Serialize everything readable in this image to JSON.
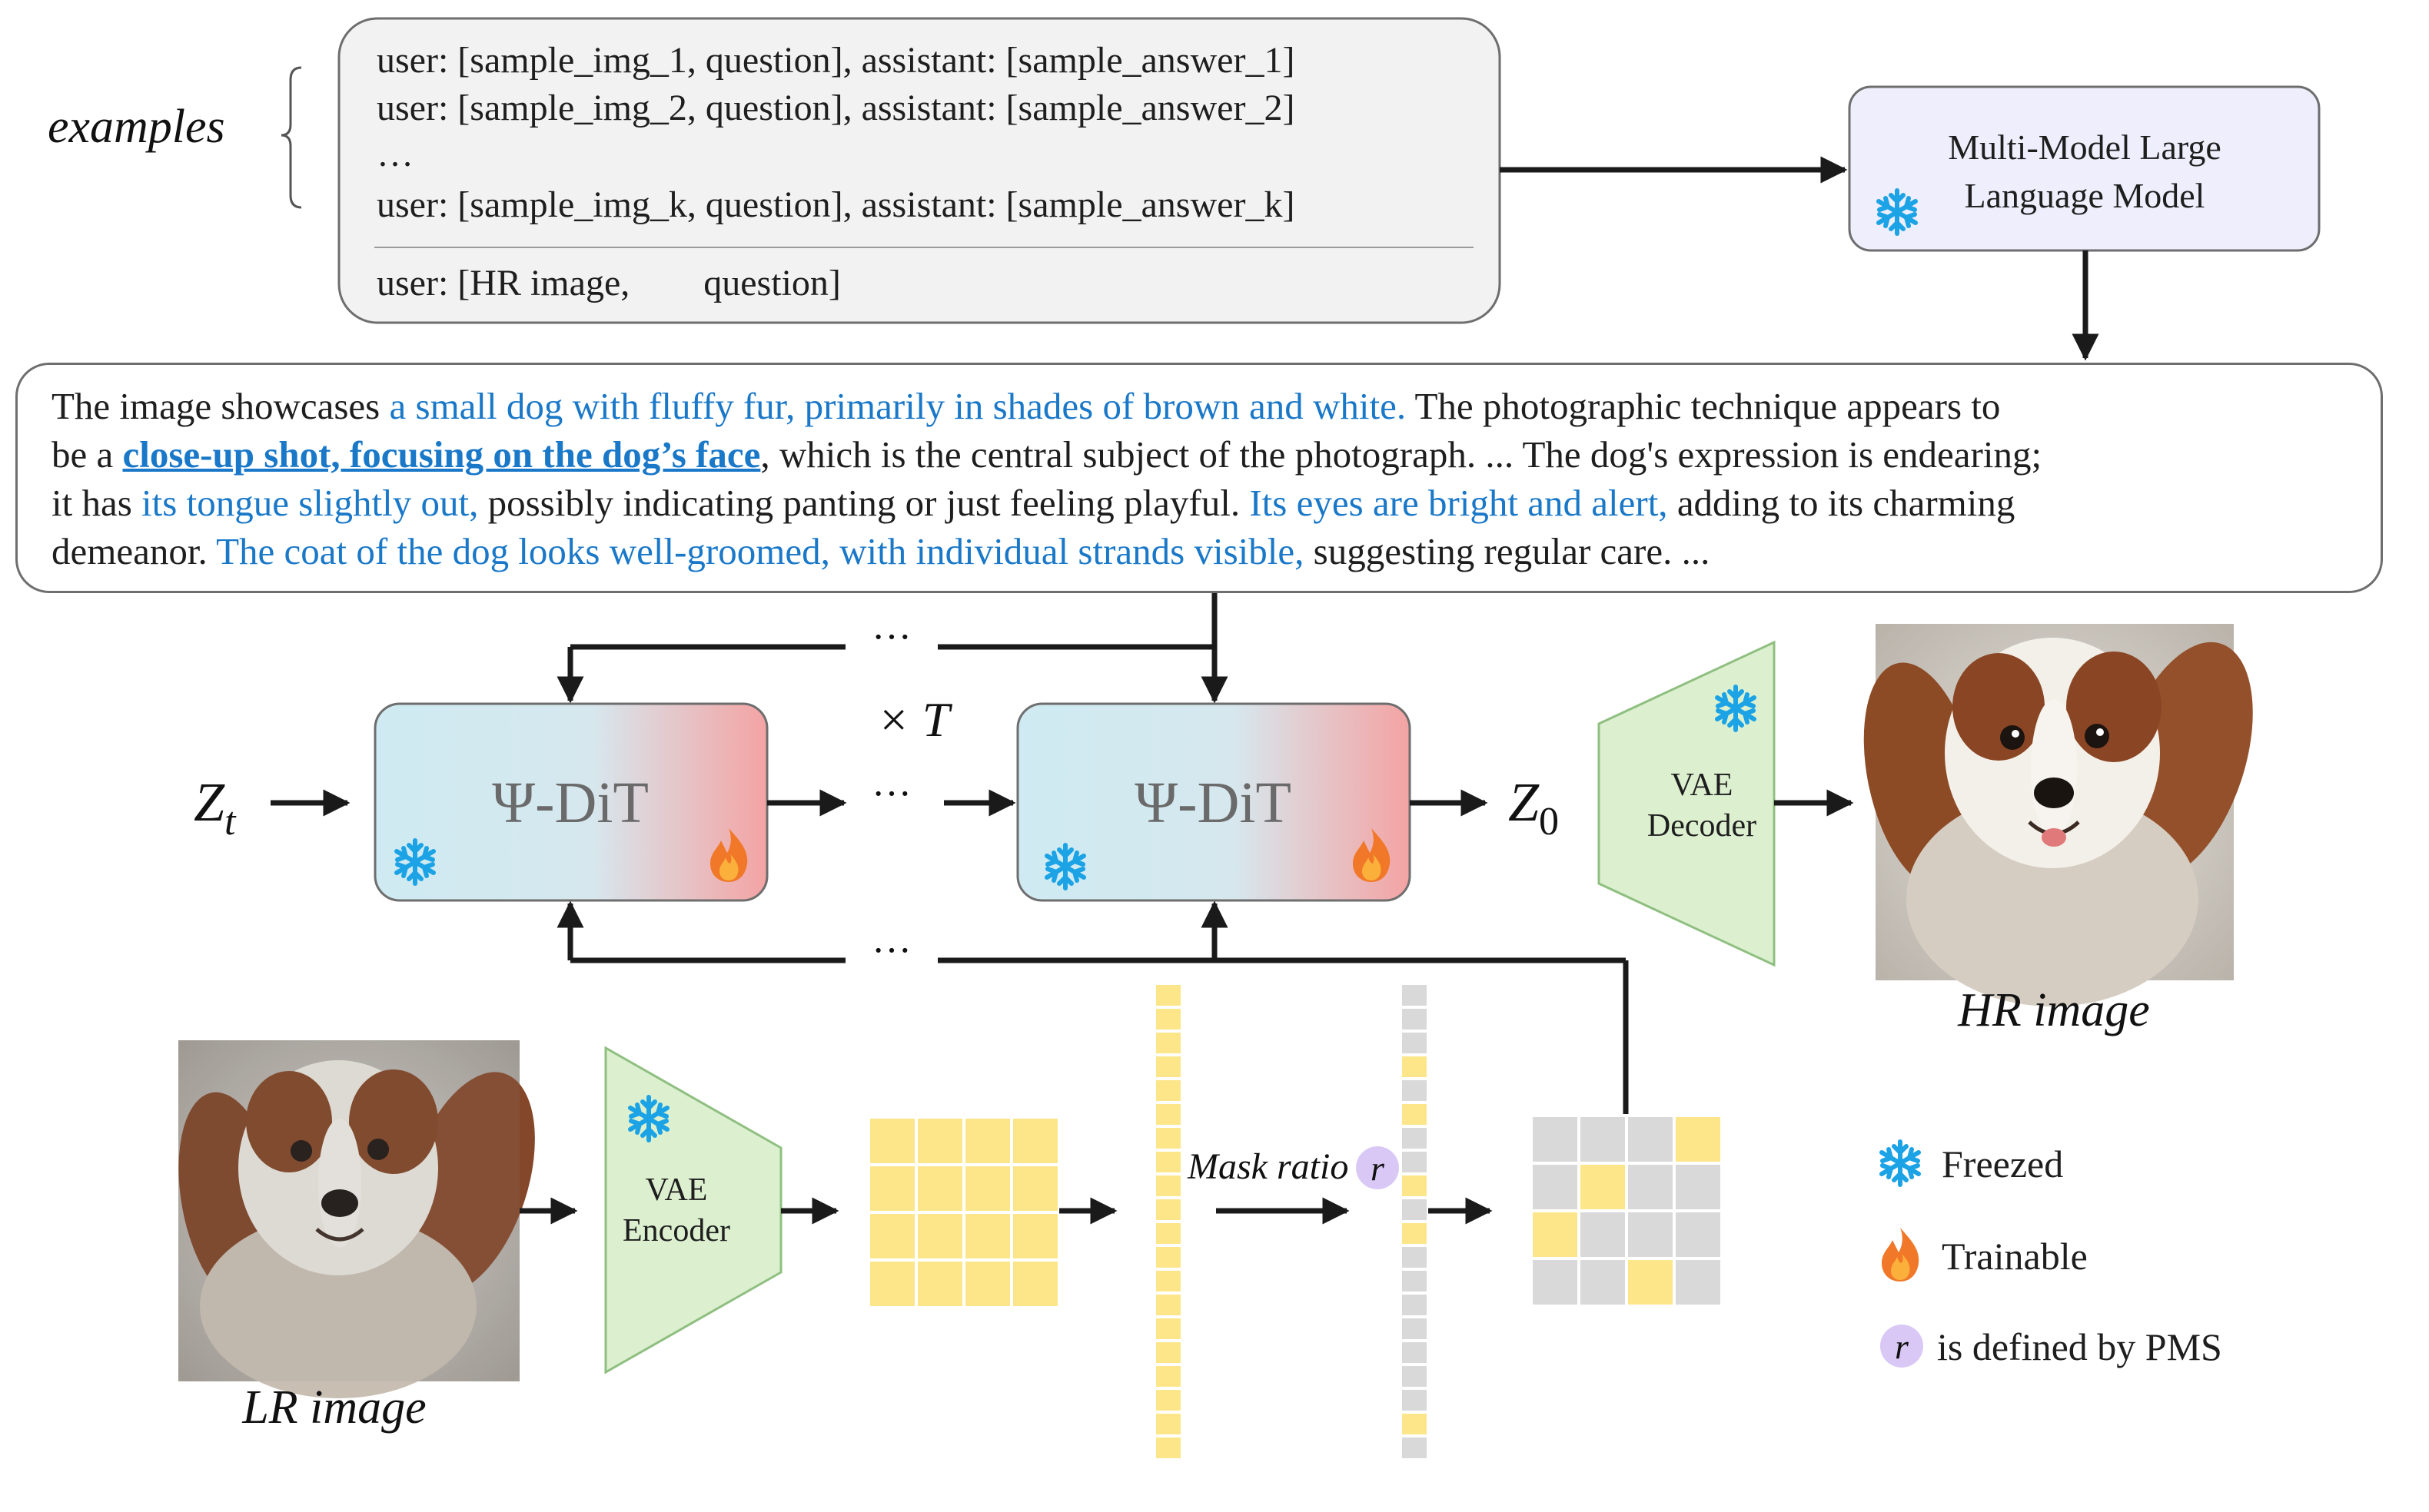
{
  "examples_label": "examples",
  "prompt": {
    "lines": [
      "user: [sample_img_1, question], assistant: [sample_answer_1]",
      "user: [sample_img_2, question], assistant: [sample_answer_2]",
      "…",
      "user: [sample_img_k, question], assistant: [sample_answer_k]"
    ],
    "query_line": "user: [HR image,        question]"
  },
  "mllm": {
    "line1": "Multi-Model Large",
    "line2": "Language Model"
  },
  "caption": {
    "l1_a": "The image showcases ",
    "l1_b": "a small dog with fluffy fur, primarily in shades of brown and white.",
    "l1_c": " The photographic technique appears to",
    "l2_a": "be a ",
    "l2_b": "close-up shot, focusing on the dog’s face",
    "l2_c": ", which is the central subject of the photograph.  ...  The dog's expression is endearing;",
    "l3_a": "it has ",
    "l3_b": "its tongue slightly out,",
    "l3_c": " possibly indicating panting or just feeling playful. ",
    "l3_d": "Its eyes are bright and alert,",
    "l3_e": " adding to its charming",
    "l4_a": "demeanor. ",
    "l4_b": "The coat of the dog looks well-groomed, with individual strands visible,",
    "l4_c": " suggesting regular care. ..."
  },
  "dit_label": "Ψ-DiT",
  "times_label": "× T",
  "ellipsis": "···",
  "z_t": {
    "base": "Z",
    "sub": "t"
  },
  "z_0": {
    "base": "Z",
    "sub": "0"
  },
  "vae_decoder": {
    "line1": "VAE",
    "line2": "Decoder"
  },
  "vae_encoder": {
    "line1": "VAE",
    "line2": "Encoder"
  },
  "hr_label": "HR image",
  "lr_label": "LR image",
  "mask_ratio": "Mask ratio",
  "r_symbol": "r",
  "legend": {
    "freezed": "Freezed",
    "trainable": "Trainable",
    "pms": "is defined by PMS"
  },
  "colors": {
    "snow": "#1ba3e6",
    "flame_outer": "#f07828",
    "flame_inner": "#fbb03b",
    "token_yellow": "#fde68a",
    "token_gray": "#d9d9d9",
    "vae_green": "#dcf0d0",
    "mllm_fill": "#eeeefc",
    "dit_left": "#cfeaf2",
    "dit_right": "#f4a6a6",
    "r_purple": "#d9c8f5",
    "caption_blue": "#1a78c8"
  },
  "icons": [
    "snowflake-icon",
    "flame-icon",
    "dog-photo"
  ]
}
